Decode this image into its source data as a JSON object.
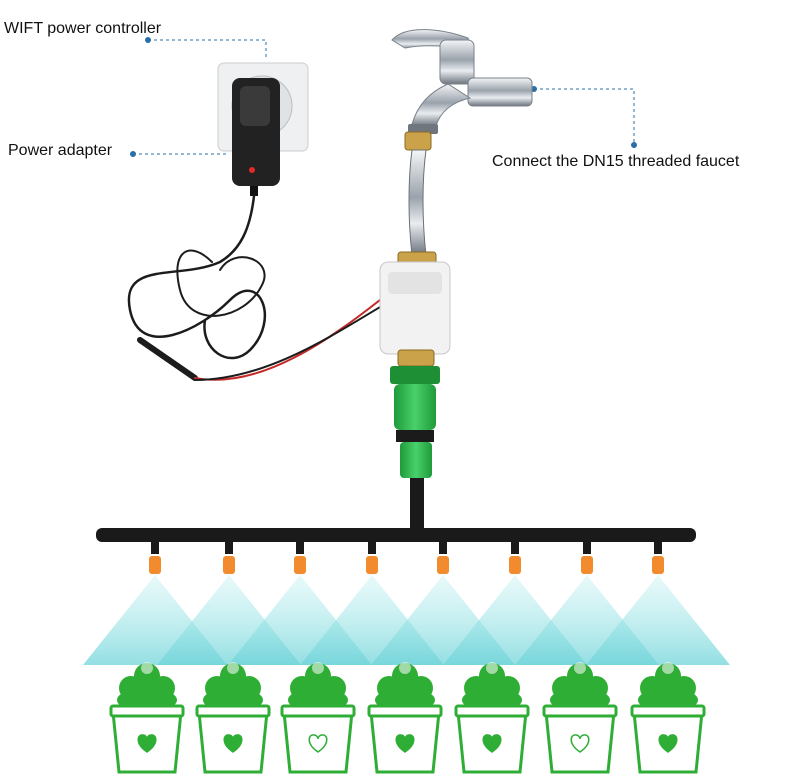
{
  "labels": {
    "wifi_controller": "WIFT power controller",
    "power_adapter": "Power adapter",
    "faucet": "Connect the DN15 threaded faucet"
  },
  "colors": {
    "callout": "#2a6fa8",
    "plant_green": "#2fae36",
    "spray": "#9fe3e6",
    "nozzle": "#f28a2e",
    "pipe": "#1a1a1a",
    "connector_green": "#2fbf4a"
  },
  "icons": [
    "heart-icon",
    "flower-icon",
    "plant-icon",
    "faucet-icon",
    "power-adapter-icon",
    "wifi-controller-icon"
  ]
}
